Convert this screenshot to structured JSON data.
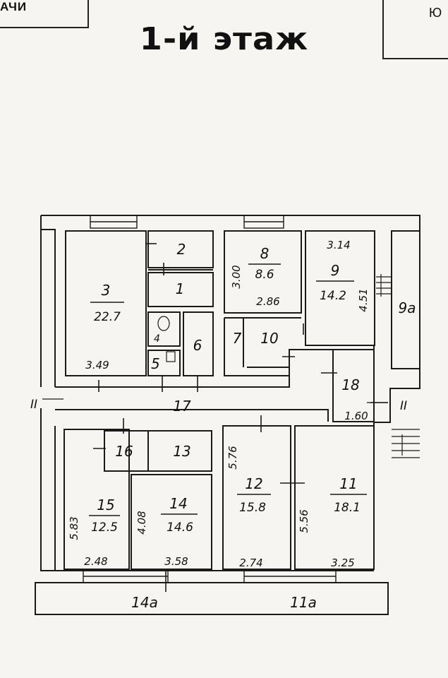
{
  "header": {
    "stamp_left": "АЧИ",
    "stamp_right": "Ю",
    "title": "1-й этаж"
  },
  "rooms": {
    "r1": "1",
    "r2": "2",
    "r3": "3",
    "r4": "4",
    "r5": "5",
    "r6": "6",
    "r7": "7",
    "r8": "8",
    "r9": "9",
    "r9a": "9a",
    "r10": "10",
    "r11": "11",
    "r11a": "11a",
    "r12": "12",
    "r13": "13",
    "r14": "14",
    "r14a": "14a",
    "r15": "15",
    "r16": "16",
    "r17": "17",
    "r18": "18"
  },
  "areas": {
    "r3": "22.7",
    "r8": "8.6",
    "r9": "14.2",
    "r11": "18.1",
    "r12": "15.8",
    "r14": "14.6",
    "r15": "12.5"
  },
  "dimensions": {
    "d349": "3.49",
    "d300": "3.00",
    "d286": "2.86",
    "d314": "3.14",
    "d451": "4.51",
    "d160": "1.60",
    "d576": "5.76",
    "d556": "5.56",
    "d583": "5.83",
    "d408": "4.08",
    "d248": "2.48",
    "d358": "3.58",
    "d274": "2.74",
    "d325": "3.25"
  },
  "section_marks": {
    "left": "II",
    "right": "II"
  }
}
